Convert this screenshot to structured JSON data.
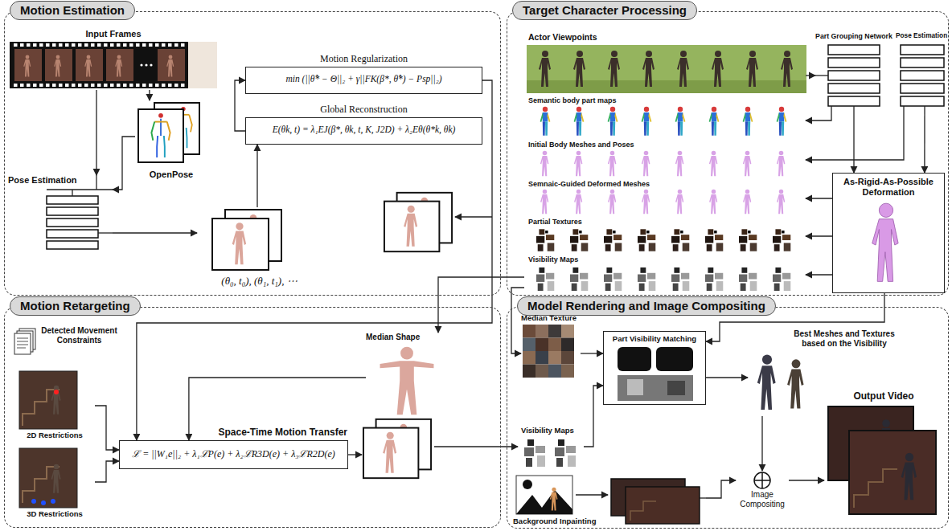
{
  "diagram": {
    "nodes": [
      {
        "text": [
          "Motion Estimation"
        ]
      },
      {
        "text": [
          "Input Frames"
        ],
        "in": 0
      },
      {
        "text": [
          "OpenPose"
        ],
        "in": 0
      },
      {
        "text": [
          "Pose Estimation"
        ],
        "in": 0
      },
      {
        "text": [
          "(θ₀, t₀), (θ₁, t₁), ⋯"
        ],
        "in": 0
      },
      {
        "text": [
          "Motion Regularization",
          "min (||θ̂* − Θ||₂ + γ||FK(β*, θ̂*) − Psp||₂)"
        ],
        "in": 0
      },
      {
        "text": [
          "Global Reconstruction",
          "E(θk, t) = λ₁EJ(β*, θk, t, K, J2D) + λ₂Eθ(θ*k, θk)"
        ],
        "in": 0
      },
      {
        "text": [
          "Target Character Processing"
        ]
      },
      {
        "text": [
          "Actor Viewpoints"
        ],
        "in": 7
      },
      {
        "text": [
          "Part Grouping Network"
        ],
        "in": 7
      },
      {
        "text": [
          "Pose Estimation"
        ],
        "in": 7
      },
      {
        "text": [
          "Semantic body part maps"
        ],
        "in": 7
      },
      {
        "text": [
          "Initial Body Meshes and Poses"
        ],
        "in": 7
      },
      {
        "text": [
          "Semnaic-Guided Deformed Meshes"
        ],
        "in": 7
      },
      {
        "text": [
          "Partial Textures"
        ],
        "in": 7
      },
      {
        "text": [
          "Visibility Maps"
        ],
        "in": 7
      },
      {
        "text": [
          "As-Rigid-As-Possible Deformation"
        ],
        "in": 7
      },
      {
        "text": [
          "Motion Retargeting"
        ]
      },
      {
        "text": [
          "Detected Movement Constraints"
        ],
        "in": 17
      },
      {
        "text": [
          "2D Restrictions"
        ],
        "in": 17
      },
      {
        "text": [
          "3D Restrictions"
        ],
        "in": 17
      },
      {
        "text": [
          "Median Shape"
        ],
        "in": 17
      },
      {
        "text": [
          "Space-Time Motion Transfer",
          "ℒ = ||W₁e||₂ + λ₁ℒP(e) + λ₂ℒR3D(e) + λ₃ℒR2D(e)"
        ],
        "in": 17
      },
      {
        "text": [
          "Model Rendering and Image Compositing"
        ]
      },
      {
        "text": [
          "Median Texture"
        ],
        "in": 23
      },
      {
        "text": [
          "Part Visibility Matching"
        ],
        "in": 23
      },
      {
        "text": [
          "Best Meshes and Textures based on the Visibility"
        ],
        "in": 23
      },
      {
        "text": [
          "Output Video"
        ],
        "in": 23
      },
      {
        "text": [
          "Visibility Maps"
        ],
        "in": 23
      },
      {
        "text": [
          "Image Compositing"
        ],
        "in": 23
      },
      {
        "text": [
          "Background Inpainting"
        ],
        "in": 23
      }
    ],
    "edges": [
      {
        "from": 1,
        "to": 2,
        "arrow": "to"
      },
      {
        "from": 1,
        "to": 3,
        "arrow": "to"
      },
      {
        "from": 2,
        "to": 3,
        "arrow": "to"
      },
      {
        "from": 3,
        "to": 4,
        "arrow": "to"
      },
      {
        "from": 4,
        "to": 6,
        "arrow": "to"
      },
      {
        "from": 6,
        "to": 5,
        "arrow": "to"
      },
      {
        "from": 5,
        "to": 22,
        "arrow": "to"
      },
      {
        "from": 8,
        "to": 9,
        "arrow": "to"
      },
      {
        "from": 9,
        "to": 11,
        "arrow": "to"
      },
      {
        "from": 10,
        "to": 12,
        "arrow": "to"
      },
      {
        "from": 9,
        "to": 16,
        "arrow": "to"
      },
      {
        "from": 10,
        "to": 16,
        "arrow": "to"
      },
      {
        "from": 16,
        "to": 13,
        "arrow": "to"
      },
      {
        "from": 16,
        "to": 14,
        "arrow": "to"
      },
      {
        "from": 16,
        "to": 15,
        "arrow": "to"
      },
      {
        "from": 15,
        "to": 21,
        "arrow": "to"
      },
      {
        "from": 15,
        "to": 24,
        "arrow": "to"
      },
      {
        "from": 21,
        "to": 22,
        "arrow": "to"
      },
      {
        "from": 19,
        "to": 22,
        "arrow": "to"
      },
      {
        "from": 20,
        "to": 22,
        "arrow": "to"
      },
      {
        "from": 24,
        "to": 25,
        "arrow": "to"
      },
      {
        "from": 28,
        "to": 25,
        "arrow": "to"
      },
      {
        "from": 16,
        "to": 25,
        "arrow": "to"
      },
      {
        "from": 25,
        "to": 26,
        "arrow": "to"
      },
      {
        "from": 26,
        "to": 29,
        "arrow": "to"
      },
      {
        "from": 30,
        "to": 29,
        "arrow": "to"
      },
      {
        "from": 29,
        "to": 27,
        "arrow": "to"
      }
    ]
  }
}
